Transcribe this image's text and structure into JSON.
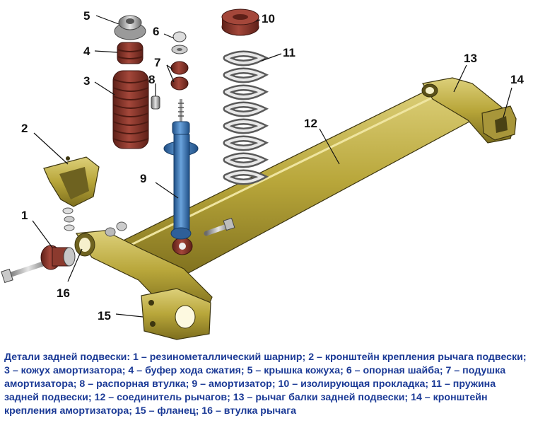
{
  "callouts": {
    "c1": "1",
    "c2": "2",
    "c3": "3",
    "c4": "4",
    "c5": "5",
    "c6": "6",
    "c7": "7",
    "c8": "8",
    "c9": "9",
    "c10": "10",
    "c11": "11",
    "c12": "12",
    "c13": "13",
    "c14": "14",
    "c15": "15",
    "c16": "16"
  },
  "caption": "Детали задней подвески: 1 – резинометаллический шарнир; 2 – кронштейн крепления рычага подвески; 3 – кожух амортизатора; 4 – буфер хода сжатия; 5 – крышка кожуха; 6 – опорная шайба; 7 – подушка амортизатора; 8 – распорная втулка; 9 – амортизатор; 10 – изолирующая прокладка; 11 – пружина задней подвески; 12 – соединитель рычагов; 13 – рычаг балки задней подвески; 14 – кронштейн крепления амортизатора; 15 – фланец; 16 – втулка рычага",
  "colors": {
    "beam": "#b8a63a",
    "beam_dark": "#8a7a22",
    "beam_light": "#d8cb6a",
    "rubber": "#8b3a2e",
    "rubber_dark": "#5e2018",
    "shock": "#3f78b8",
    "spring": "#c7c7c7",
    "caption_text": "#1b3a96"
  }
}
